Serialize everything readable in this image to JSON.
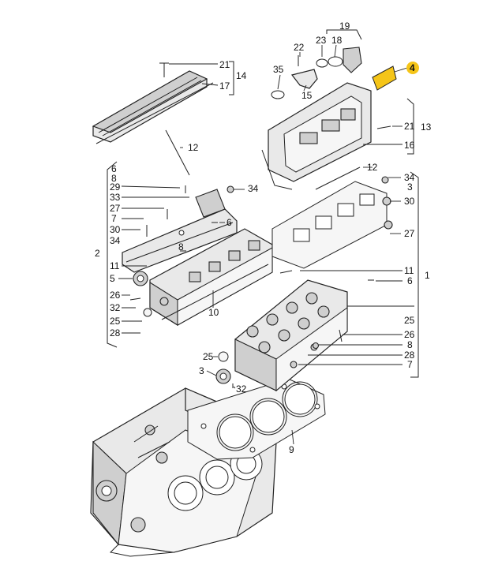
{
  "highlight_color": "#f5c518",
  "labels": {
    "l19": "19",
    "l23": "23",
    "l18": "18",
    "l22": "22",
    "l4": "4",
    "l35": "35",
    "l15": "15",
    "l21a": "21",
    "l14": "14",
    "l17": "17",
    "l21b": "21",
    "l13": "13",
    "l16": "16",
    "l12a": "12",
    "l6a": "6",
    "l8a": "8",
    "l29": "29",
    "l33": "33",
    "l27a": "27",
    "l7a": "7",
    "l30a": "30",
    "l34a": "34",
    "l2": "2",
    "l11a": "11",
    "l5": "5",
    "l26a": "26",
    "l32a": "32",
    "l25a": "25",
    "l28a": "28",
    "l10": "10",
    "l34b": "34",
    "l6b": "6",
    "l8b": "8",
    "l12b": "12",
    "l34c": "34",
    "l3a": "3",
    "l30b": "30",
    "l27b": "27",
    "l11b": "11",
    "l6c": "6",
    "l1": "1",
    "l25b": "25",
    "l26b": "26",
    "l8c": "8",
    "l28b": "28",
    "l7b": "7",
    "l25c": "25",
    "l3b": "3",
    "l32b": "32",
    "l9": "9"
  },
  "icons": [
    "engine-block",
    "cylinder-head",
    "cylinder-head-cover",
    "head-gasket",
    "camshaft-housing"
  ]
}
